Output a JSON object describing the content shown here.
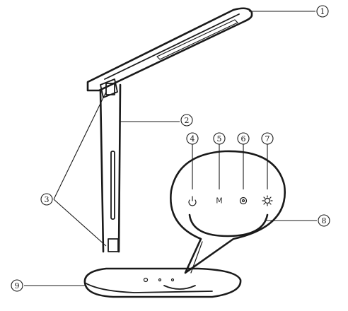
{
  "callouts": [
    {
      "id": "1",
      "label": "1"
    },
    {
      "id": "2",
      "label": "2"
    },
    {
      "id": "3",
      "label": "3"
    },
    {
      "id": "4",
      "label": "4"
    },
    {
      "id": "5",
      "label": "5"
    },
    {
      "id": "6",
      "label": "6"
    },
    {
      "id": "7",
      "label": "7"
    },
    {
      "id": "8",
      "label": "8"
    },
    {
      "id": "9",
      "label": "9"
    }
  ],
  "panel": {
    "mode_label": "M",
    "icons": [
      "power-icon",
      "mode-letter",
      "timer-icon",
      "brightness-icon",
      "touch-slider"
    ]
  },
  "colors": {
    "ink": "#1a1a1a",
    "background": "#ffffff"
  }
}
